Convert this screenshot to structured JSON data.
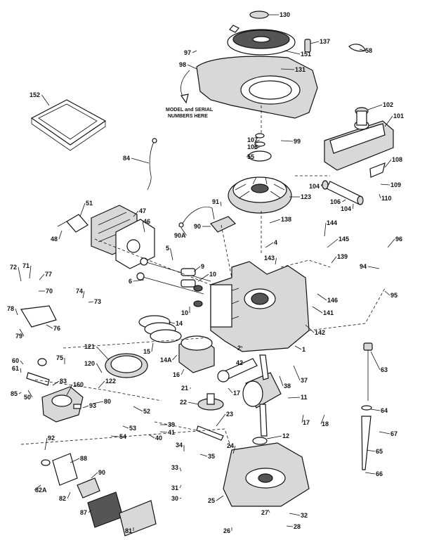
{
  "diagram": {
    "note": [
      "MODEL and SERIAL",
      "NUMBERS HERE"
    ],
    "callouts": [
      "130",
      "137",
      "58",
      "97",
      "151",
      "98",
      "131",
      "102",
      "101",
      "152",
      "107",
      "106",
      "99",
      "55",
      "108",
      "84",
      "104",
      "109",
      "106",
      "104",
      "110",
      "123",
      "91",
      "51",
      "47",
      "48",
      "46",
      "138",
      "90",
      "90A",
      "4",
      "144",
      "145",
      "96",
      "5",
      "9",
      "10",
      "139",
      "143",
      "94",
      "6",
      "72",
      "71",
      "77",
      "70",
      "74",
      "73",
      "95",
      "146",
      "141",
      "78",
      "76",
      "79",
      "10",
      "14",
      "142",
      "1",
      "121",
      "15",
      "14A",
      "16",
      "2",
      "60",
      "61",
      "85",
      "50",
      "83",
      "160",
      "75",
      "120",
      "80",
      "122",
      "93",
      "52",
      "39",
      "41",
      "40",
      "53",
      "54",
      "42",
      "38",
      "37",
      "21",
      "17",
      "22",
      "11",
      "17",
      "18",
      "63",
      "64",
      "23",
      "12",
      "67",
      "92",
      "88",
      "90",
      "34",
      "35",
      "33",
      "24",
      "65",
      "66",
      "31",
      "30",
      "25",
      "82",
      "87",
      "81",
      "27",
      "32",
      "26",
      "28",
      "82A"
    ]
  }
}
